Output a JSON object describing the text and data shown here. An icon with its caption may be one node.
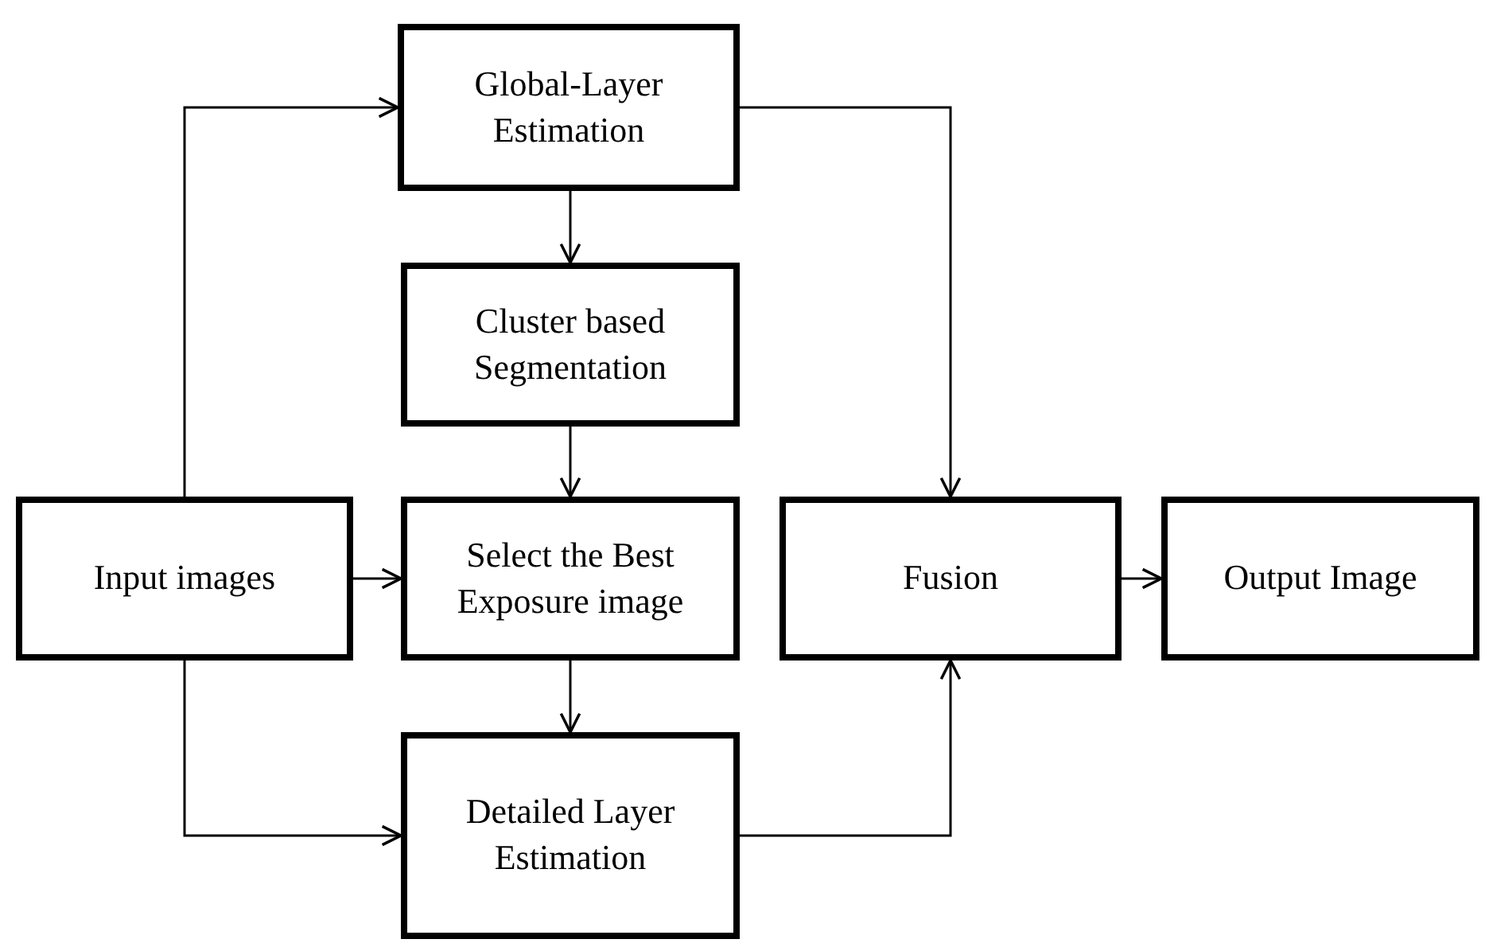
{
  "diagram": {
    "nodes": [
      {
        "text": [
          "Global-Layer Estimation"
        ]
      },
      {
        "text": [
          "Cluster based Segmentation"
        ]
      },
      {
        "text": [
          "Input images"
        ]
      },
      {
        "text": [
          "Select the Best Exposure image"
        ]
      },
      {
        "text": [
          "Fusion"
        ]
      },
      {
        "text": [
          "Output Image"
        ]
      },
      {
        "text": [
          "Detailed Layer Estimation"
        ]
      }
    ],
    "edges": [
      {
        "from": 2,
        "to": 0,
        "arrow": "to"
      },
      {
        "from": 2,
        "to": 3,
        "arrow": "to"
      },
      {
        "from": 2,
        "to": 6,
        "arrow": "to"
      },
      {
        "from": 0,
        "to": 1,
        "arrow": "to"
      },
      {
        "from": 1,
        "to": 3,
        "arrow": "to"
      },
      {
        "from": 3,
        "to": 6,
        "arrow": "to"
      },
      {
        "from": 0,
        "to": 4,
        "arrow": "to"
      },
      {
        "from": 6,
        "to": 4,
        "arrow": "to"
      },
      {
        "from": 4,
        "to": 5,
        "arrow": "to"
      }
    ]
  }
}
